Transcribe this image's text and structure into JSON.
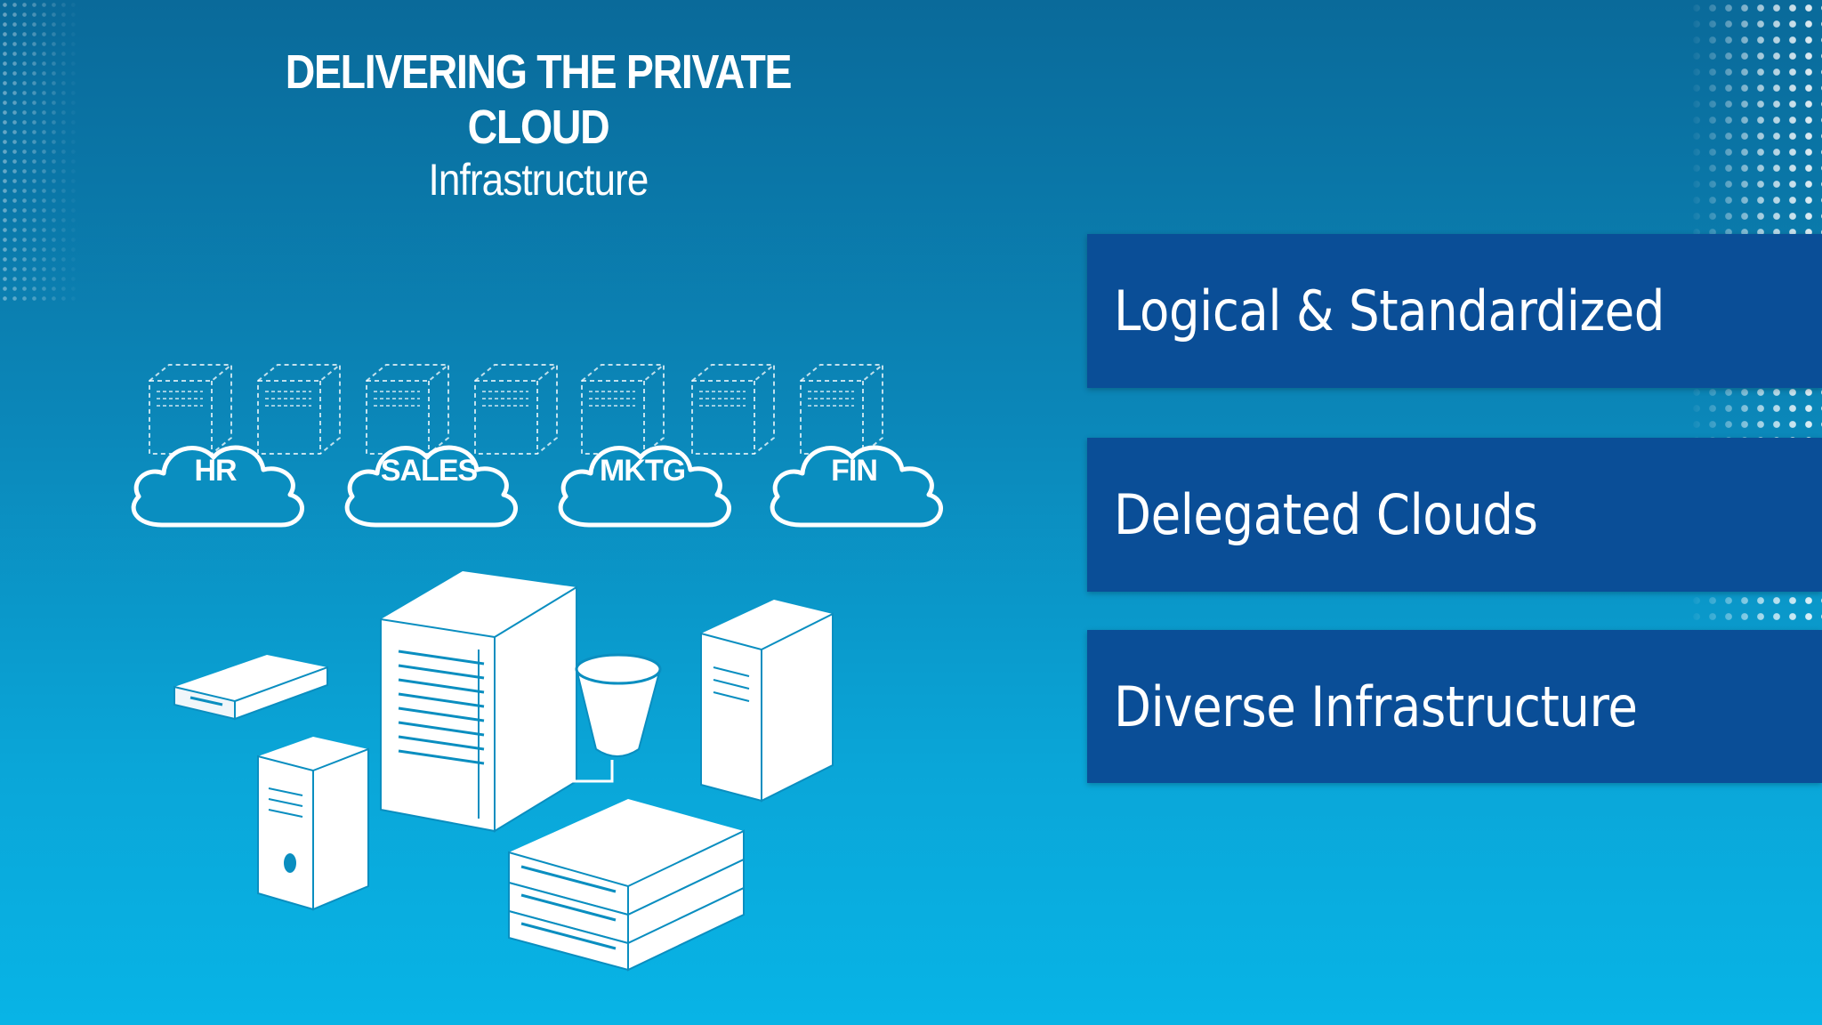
{
  "slide": {
    "title": "DELIVERING THE PRIVATE CLOUD",
    "subtitle": "Infrastructure"
  },
  "clouds": [
    {
      "label": "HR"
    },
    {
      "label": "SALES"
    },
    {
      "label": "MKTG"
    },
    {
      "label": "FIN"
    }
  ],
  "panels": [
    {
      "label": "Logical & Standardized"
    },
    {
      "label": "Delegated Clouds"
    },
    {
      "label": "Diverse Infrastructure"
    }
  ],
  "colors": {
    "background_top": "#0a6a9a",
    "background_bottom": "#08b4e6",
    "panel": "#0a4e97",
    "foreground": "#ffffff"
  },
  "icons": [
    "virtual-server-icon",
    "cloud-icon",
    "server-tower-icon",
    "rack-server-icon",
    "storage-bucket-icon",
    "blade-server-stack-icon"
  ]
}
